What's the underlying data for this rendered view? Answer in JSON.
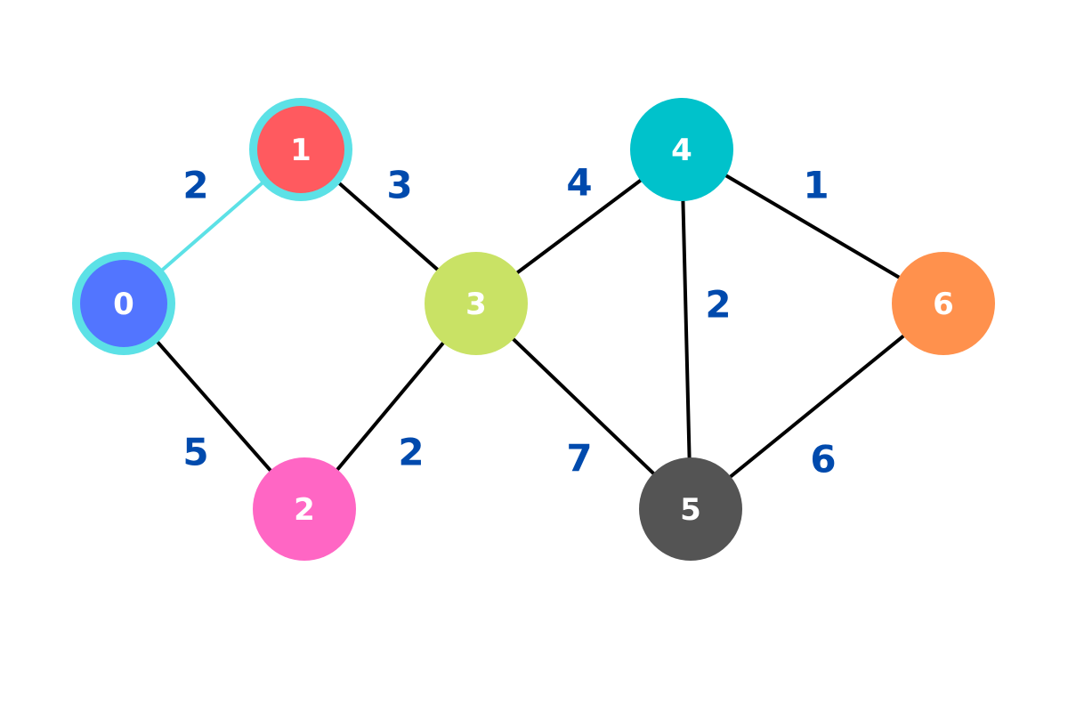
{
  "graph": {
    "nodes": [
      {
        "id": "0",
        "label": "0",
        "color": "#5275ff",
        "highlighted": true
      },
      {
        "id": "1",
        "label": "1",
        "color": "#ff5a5f",
        "highlighted": true
      },
      {
        "id": "2",
        "label": "2",
        "color": "#ff66c4",
        "highlighted": false
      },
      {
        "id": "3",
        "label": "3",
        "color": "#c9e265",
        "highlighted": false
      },
      {
        "id": "4",
        "label": "4",
        "color": "#00c2cb",
        "highlighted": false
      },
      {
        "id": "5",
        "label": "5",
        "color": "#545454",
        "highlighted": false
      },
      {
        "id": "6",
        "label": "6",
        "color": "#ff914d",
        "highlighted": false
      }
    ],
    "edges": [
      {
        "from": "0",
        "to": "1",
        "weight": "2",
        "highlighted": true
      },
      {
        "from": "1",
        "to": "3",
        "weight": "3",
        "highlighted": false
      },
      {
        "from": "0",
        "to": "2",
        "weight": "5",
        "highlighted": false
      },
      {
        "from": "2",
        "to": "3",
        "weight": "2",
        "highlighted": false
      },
      {
        "from": "3",
        "to": "4",
        "weight": "4",
        "highlighted": false
      },
      {
        "from": "3",
        "to": "5",
        "weight": "7",
        "highlighted": false
      },
      {
        "from": "4",
        "to": "5",
        "weight": "2",
        "highlighted": false
      },
      {
        "from": "4",
        "to": "6",
        "weight": "1",
        "highlighted": false
      },
      {
        "from": "5",
        "to": "6",
        "weight": "6",
        "highlighted": false
      }
    ],
    "colors": {
      "edge": "#000000",
      "highlight": "#5ce1e6",
      "weight_text": "#004aad",
      "node_text": "#ffffff"
    }
  }
}
